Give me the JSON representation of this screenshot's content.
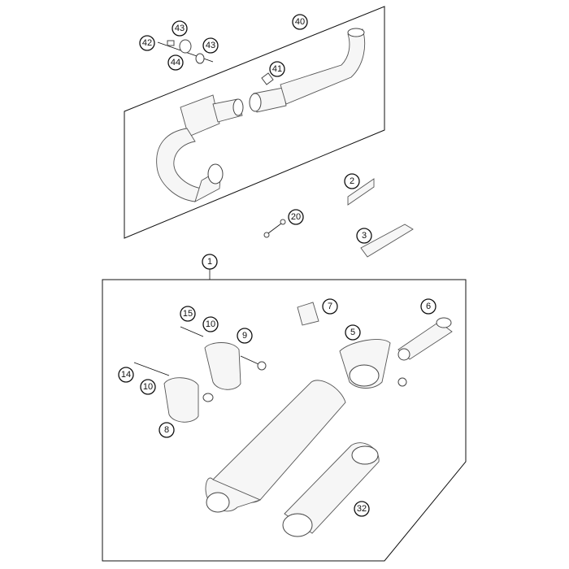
{
  "labels": {
    "l40": "40",
    "l43a": "43",
    "l42": "42",
    "l43b": "43",
    "l44": "44",
    "l41": "41",
    "l2": "2",
    "l20": "20",
    "l3": "3",
    "l1": "1",
    "l7": "7",
    "l6": "6",
    "l15": "15",
    "l10a": "10",
    "l9": "9",
    "l5": "5",
    "l14": "14",
    "l10b": "10",
    "l8": "8",
    "l32": "32"
  }
}
